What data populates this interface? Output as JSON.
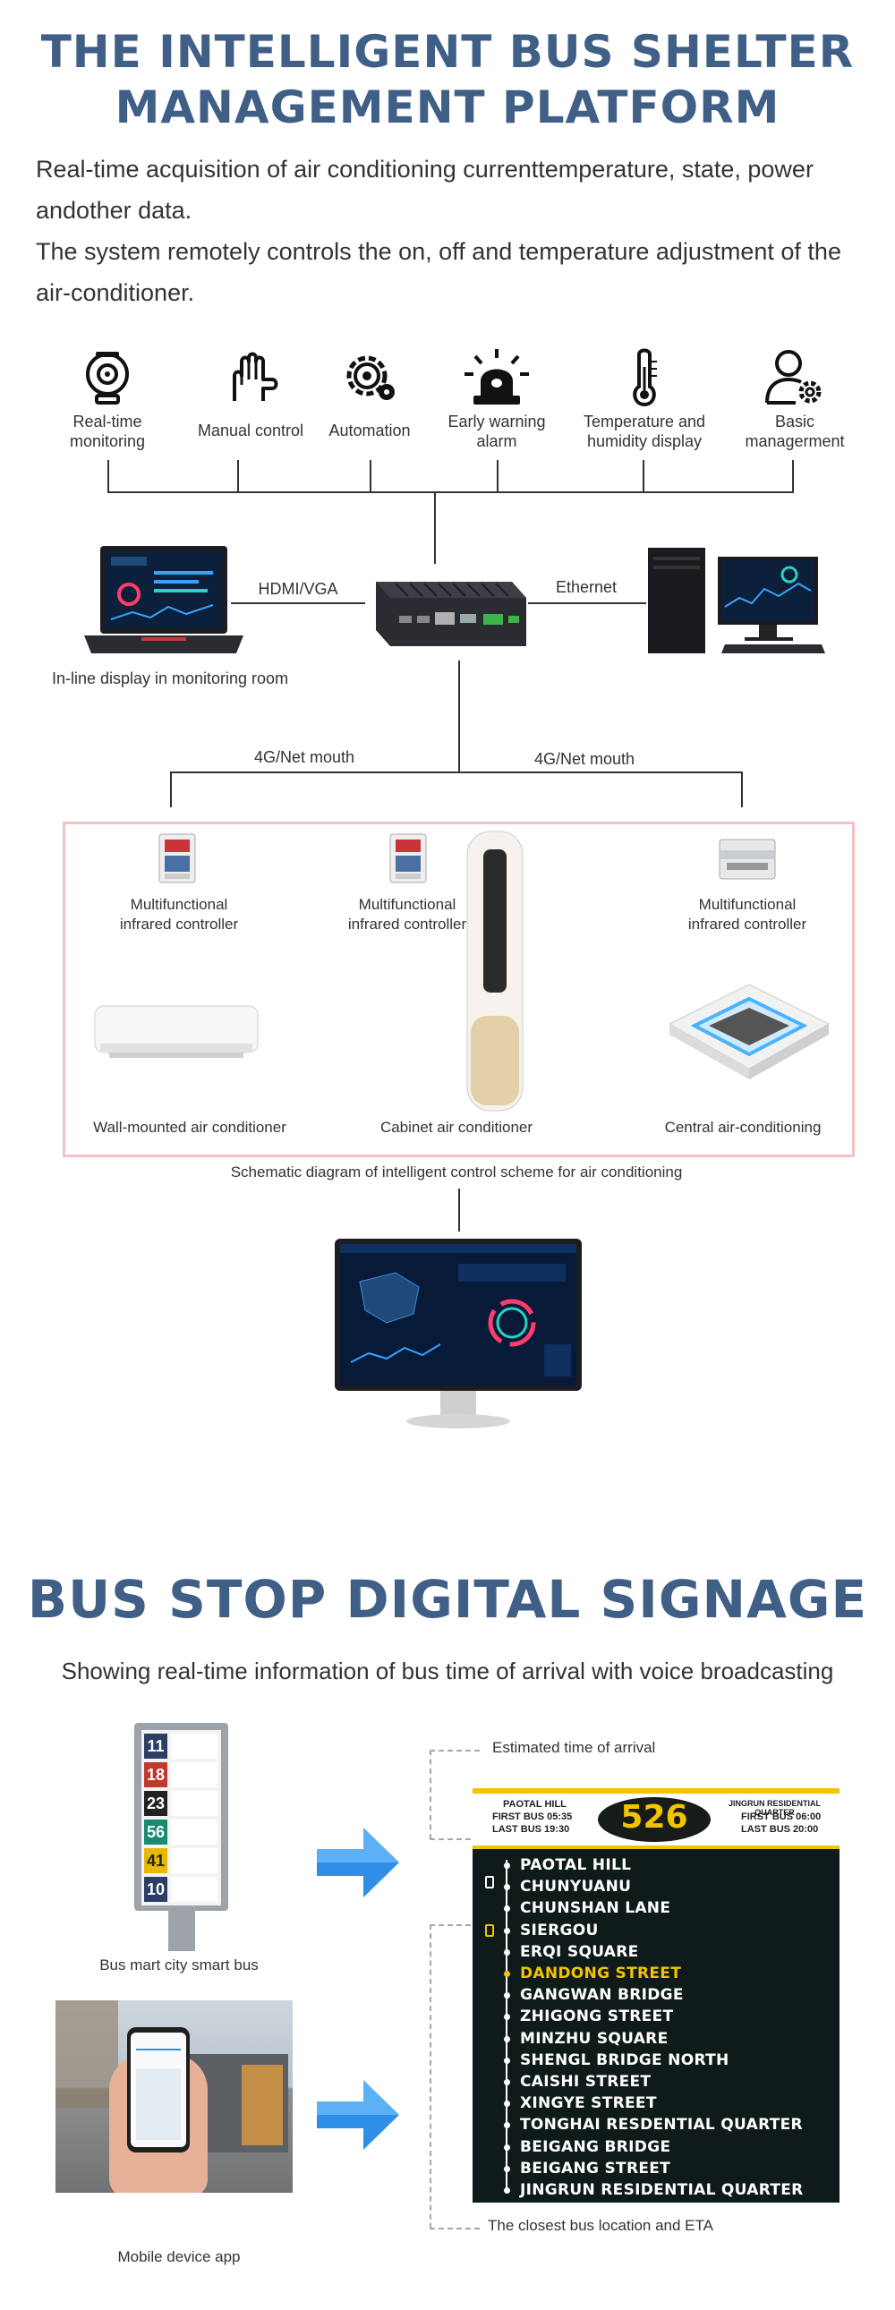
{
  "section1": {
    "title_line1": "THE INTELLIGENT BUS SHELTER",
    "title_line2": "MANAGEMENT PLATFORM",
    "desc_line1": "Real-time acquisition of air conditioning currenttemperature, state, power",
    "desc_line2": "andother data.",
    "desc_line3": "The system remotely controls the on, off and temperature adjustment of the",
    "desc_line4": "air-conditioner."
  },
  "features": [
    {
      "label1": "Real-time",
      "label2": "monitoring",
      "icon": "camera-icon"
    },
    {
      "label1": "Manual control",
      "label2": "",
      "icon": "hand-icon"
    },
    {
      "label1": "Automation",
      "label2": "",
      "icon": "gear-icon"
    },
    {
      "label1": "Early warning",
      "label2": "alarm",
      "icon": "alarm-light-icon"
    },
    {
      "label1": "Temperature and",
      "label2": "humidity display",
      "icon": "thermometer-icon"
    },
    {
      "label1": "Basic",
      "label2": "managerment",
      "icon": "user-gear-icon"
    }
  ],
  "network": {
    "hdmi": "HDMI/VGA",
    "ethernet": "Ethernet",
    "laptop_caption": "In-line display in monitoring room",
    "net_left": "4G/Net mouth",
    "net_right": "4G/Net mouth"
  },
  "devices": {
    "controller1_l1": "Multifunctional",
    "controller1_l2": "infrared controller",
    "controller2_l1": "Multifunctional",
    "controller2_l2": "infrared controller",
    "controller3_l1": "Multifunctional",
    "controller3_l2": "infrared controller",
    "wall_ac": "Wall-mounted air conditioner",
    "cabinet_ac": "Cabinet air conditioner",
    "central_ac": "Central air-conditioning",
    "schematic_caption": "Schematic diagram of intelligent control scheme for air conditioning"
  },
  "section2": {
    "title": "BUS STOP DIGITAL SIGNAGE",
    "subtitle": "Showing real-time information of bus time of arrival with voice broadcasting",
    "estimated_label": "Estimated time of arrival",
    "closest_label": "The closest bus location and ETA",
    "smart_bus_caption": "Bus mart city smart bus",
    "mobile_caption": "Mobile device app",
    "sign_numbers": [
      "11",
      "18",
      "23",
      "56",
      "41",
      "10"
    ]
  },
  "route": {
    "number": "526",
    "left_stop": "PAOTAL HILL",
    "left_first": "FIRST BUS 05:35",
    "left_last": "LAST BUS 19:30",
    "right_stop": "JINGRUN RESIDENTIAL QUARTER",
    "right_first": "FIRST BUS 06:00",
    "right_last": "LAST BUS 20:00",
    "stops": [
      "PAOTAL HILL",
      "CHUNYUANU",
      "CHUNSHAN LANE",
      "SIERGOU",
      "ERQI SQUARE",
      "DANDONG STREET",
      "GANGWAN BRIDGE",
      "ZHIGONG STREET",
      "MINZHU SQUARE",
      "SHENGL BRIDGE NORTH",
      "CAISHI STREET",
      "XINGYE STREET",
      "TONGHAI RESDENTIAL QUARTER",
      "BEIGANG BRIDGE",
      "BEIGANG STREET",
      "JINGRUN RESIDENTIAL QUARTER"
    ],
    "current_stop_index": 5
  },
  "colors": {
    "title": "#3f5f86",
    "highlight": "#f1c400",
    "arrow": "#2f8fe6",
    "pink_border": "#f4c2c4"
  }
}
